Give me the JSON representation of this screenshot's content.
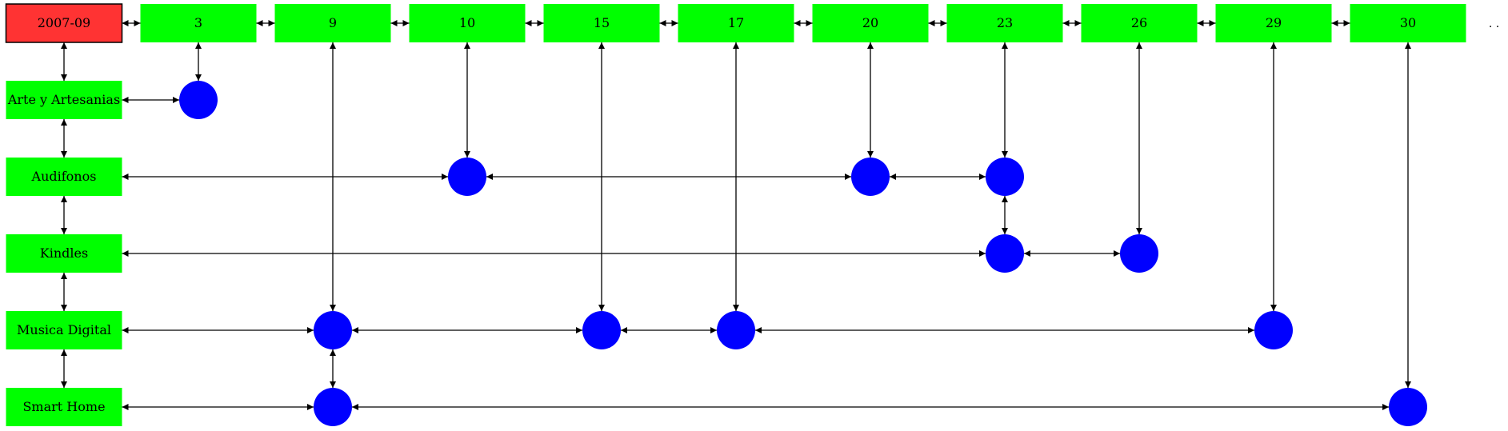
{
  "diagram": {
    "header": {
      "period_label": "2007-09",
      "days": [
        "3",
        "9",
        "10",
        "15",
        "17",
        "20",
        "23",
        "26",
        "29",
        "30"
      ],
      "trailing_dots": ". ."
    },
    "categories": [
      "Arte y Artesanias",
      "Audifonos",
      "Kindles",
      "Musica Digital",
      "Smart Home"
    ],
    "events": [
      {
        "category": "Arte y Artesanias",
        "days": [
          "3"
        ]
      },
      {
        "category": "Audifonos",
        "days": [
          "10",
          "20",
          "23"
        ]
      },
      {
        "category": "Kindles",
        "days": [
          "23",
          "26"
        ]
      },
      {
        "category": "Musica Digital",
        "days": [
          "9",
          "15",
          "17",
          "29"
        ]
      },
      {
        "category": "Smart Home",
        "days": [
          "9",
          "30"
        ]
      }
    ],
    "colors": {
      "period_box": "#ff3333",
      "day_box": "#00ff00",
      "category_box": "#00ff00",
      "event_node": "#0000ff",
      "edge": "#000000"
    }
  }
}
